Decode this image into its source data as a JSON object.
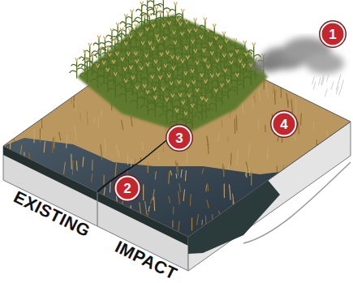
{
  "diagram": {
    "labels": [
      "1",
      "2",
      "3",
      "4",
      "EXISTING",
      "IMPACT"
    ]
  }
}
